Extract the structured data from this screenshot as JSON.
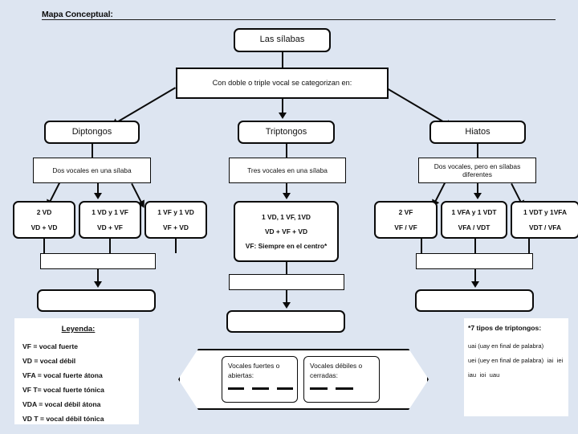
{
  "header": {
    "title": "Mapa Conceptual:"
  },
  "root": {
    "label": "Las sílabas"
  },
  "intro": {
    "label": "Con doble o triple vocal se categorizan en:"
  },
  "branches": {
    "diptongos": {
      "title": "Diptongos",
      "definition": "Dos vocales en una sílaba",
      "items": [
        {
          "line1": "2 VD",
          "line2": "VD + VD"
        },
        {
          "line1": "1 VD y 1 VF",
          "line2": "VD + VF"
        },
        {
          "line1": "1 VF y 1 VD",
          "line2": "VF + VD"
        }
      ],
      "blank_row": "",
      "blank_box": ""
    },
    "triptongos": {
      "title": "Triptongos",
      "definition": "Tres vocales en una sílaba",
      "items": [
        {
          "line1": "1 VD, 1 VF, 1VD",
          "line2": "VD + VF + VD",
          "line3": "VF: Siempre en el centro*"
        }
      ],
      "blank_row": "",
      "blank_box": ""
    },
    "hiatos": {
      "title": "Hiatos",
      "definition": "Dos vocales, pero en sílabas diferentes",
      "items": [
        {
          "line1": "2 VF",
          "line2": "VF  /  VF"
        },
        {
          "line1": "1 VFA y 1 VDT",
          "line2": "VFA /  VDT"
        },
        {
          "line1": "1 VDT y 1VFA",
          "line2": "VDT / VFA"
        }
      ],
      "blank_row": "",
      "blank_box": ""
    }
  },
  "legend": {
    "title": "Leyenda:",
    "rows": [
      "VF  = vocal fuerte",
      "VD = vocal débil",
      "VFA = vocal fuerte átona",
      "VF T= vocal fuerte tónica",
      "VDA = vocal débil átona",
      "VD T = vocal débil tónica"
    ]
  },
  "note": {
    "title": "*7 tipos de triptongos:",
    "rows": [
      "uai (uay en final de palabra)",
      "uei (uey en final de palabra)",
      "iai",
      "iei",
      "iau",
      "ioi",
      "uau"
    ]
  },
  "hexagon": {
    "left": {
      "label": "Vocales fuertes o abiertas:",
      "blanks": 3
    },
    "right": {
      "label": "Vocales débiles o cerradas:",
      "blanks": 2
    }
  },
  "colors": {
    "background": "#dde5f1",
    "node_fill": "#ffffff",
    "stroke": "#0a0a0a"
  }
}
